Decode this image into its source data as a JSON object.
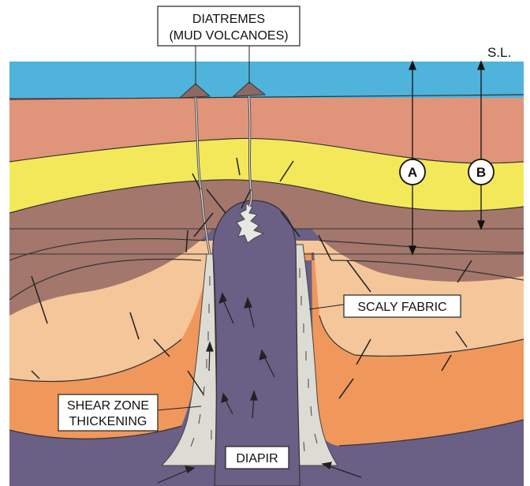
{
  "labels": {
    "diatremes_line1": "DIATREMES",
    "diatremes_line2": "(MUD VOLCANOES)",
    "sea_level": "S.L.",
    "marker_a": "A",
    "marker_b": "B",
    "scaly_fabric": "SCALY FABRIC",
    "shear_zone_line1": "SHEAR ZONE",
    "shear_zone_line2": "THICKENING",
    "diapir": "DIAPIR"
  },
  "colors": {
    "sea": "#4fb3dc",
    "sediment_pink": "#e0947a",
    "yellow_layer": "#f2e85a",
    "brown_layer": "#a3776c",
    "peach_layer": "#f4c69a",
    "orange_layer": "#f0975c",
    "diapir": "#6a5f85",
    "shear_zone": "#dcdcd4"
  }
}
